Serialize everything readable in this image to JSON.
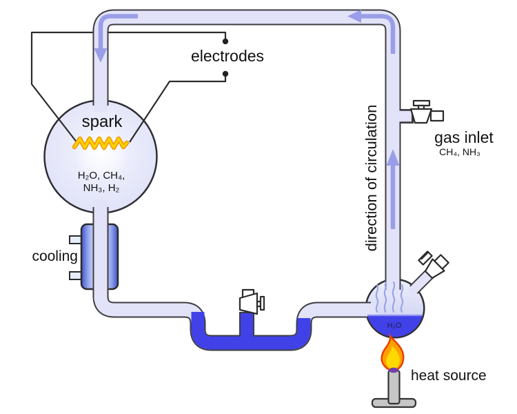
{
  "diagram": {
    "subject": "closed-loop gas circulation apparatus",
    "spark_flask": {
      "label": "spark",
      "contents_line1": "H₂O, CH₄,",
      "contents_line2": "NH₃, H₂"
    },
    "electrodes": {
      "label": "electrodes"
    },
    "cooling": {
      "label": "cooling"
    },
    "circulation": {
      "label": "direction of circulation"
    },
    "gas_inlet": {
      "label": "gas inlet",
      "gases": "CH₄, NH₃"
    },
    "boiling_flask": {
      "water_label": "H₂O"
    },
    "heat_source": {
      "label": "heat source"
    },
    "colors": {
      "tube_fill": "#e2e3f8",
      "tube_outline": "#3d3d42",
      "liquid_blue": "#4141e8",
      "liquid_surface": "#9191f2",
      "arrow_lavender": "#9a9ee8",
      "spark_yellow": "#ffd400",
      "spark_outline": "#ef9c00",
      "cooling_dark_blue": "#3f51c8",
      "flame_outer": "#ffa000",
      "flame_inner": "#ffd900",
      "flame_outline": "#e84000",
      "flame_base_purple": "#7040a8",
      "burner_gray": "#c6c6c6",
      "wire_black": "#2b2b2b"
    }
  }
}
